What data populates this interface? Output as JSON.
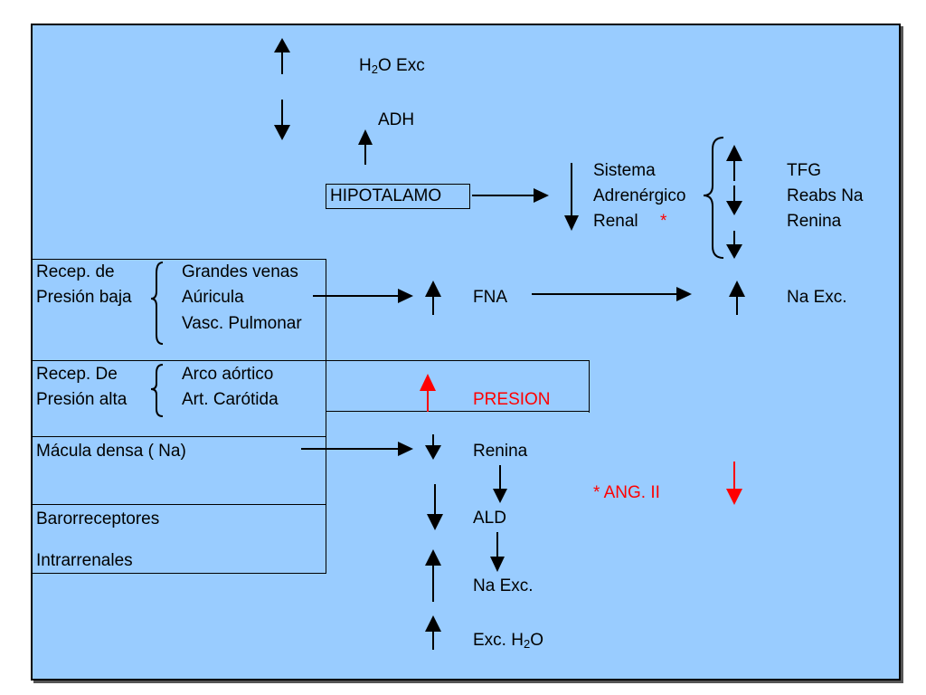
{
  "top": {
    "h2o_exc": {
      "main": "H",
      "sub": "2",
      "rest": "O Exc"
    },
    "adh": "ADH",
    "hipotalamo": "HIPOTALAMO"
  },
  "sistema": {
    "line1": "Sistema",
    "line2": "Adrenérgico",
    "line3": "Renal",
    "asterisk": "*"
  },
  "effects": {
    "tfg": "TFG",
    "reabs": "Reabs Na",
    "renina": "Renina",
    "na_exc": "Na Exc."
  },
  "receptors": {
    "low": {
      "l1": "Recep. de",
      "l2": "Presión baja",
      "i1": "Grandes venas",
      "i2": "Aúricula",
      "i3": "Vasc. Pulmonar"
    },
    "high": {
      "l1": "Recep. De",
      "l2": "Presión alta",
      "i1": "Arco aórtico",
      "i2": "Art. Carótida"
    },
    "macula": "Mácula densa  ( Na)",
    "baro1": "Barorreceptores",
    "baro2": "Intrarrenales"
  },
  "middle": {
    "fna": "FNA",
    "presion": "PRESION",
    "renina": "Renina",
    "ald": "ALD",
    "na_exc": "Na Exc.",
    "exc_h2o": {
      "main": "Exc. H",
      "sub": "2",
      "rest": "O"
    },
    "ang": "* ANG. II"
  },
  "colors": {
    "panel": "#99ccff",
    "red": "#ff0000",
    "black": "#000000"
  }
}
